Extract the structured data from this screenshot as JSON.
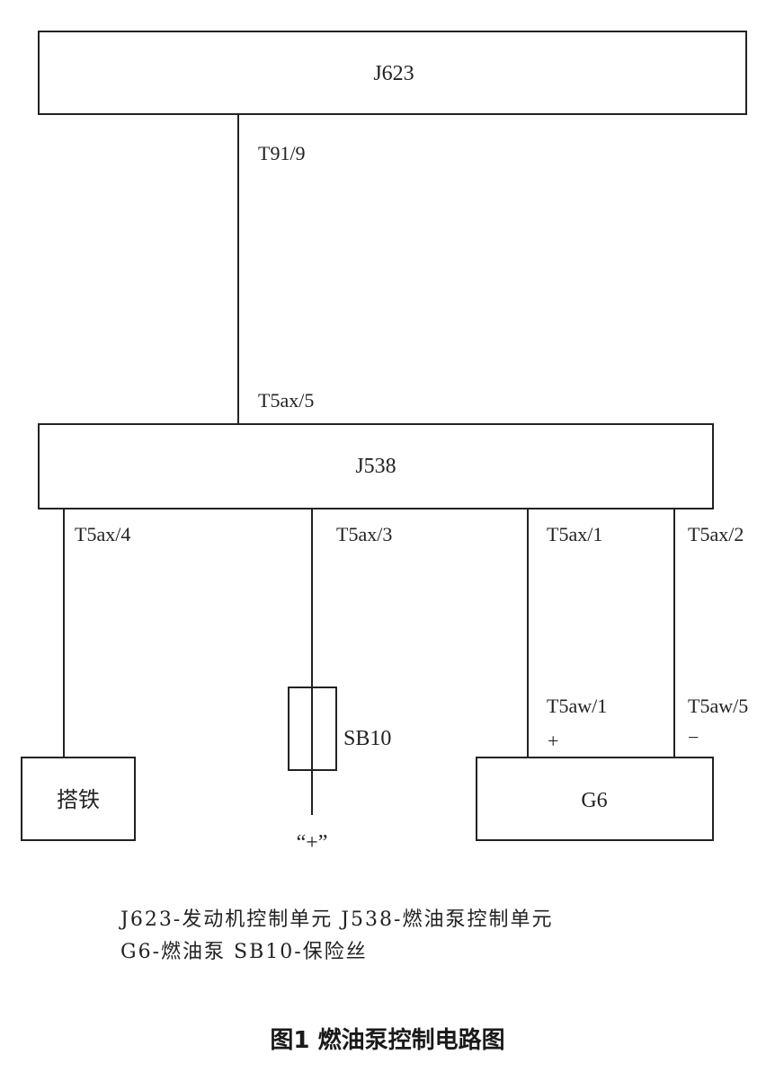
{
  "components": {
    "j623": "J623",
    "j538": "J538",
    "ground": "搭铁",
    "fuse": "SB10",
    "g6": "G6",
    "supply": "“+”"
  },
  "pins": {
    "t91_9": "T91/9",
    "t5ax_5": "T5ax/5",
    "t5ax_4": "T5ax/4",
    "t5ax_3": "T5ax/3",
    "t5ax_1": "T5ax/1",
    "t5ax_2": "T5ax/2",
    "t5aw_1": "T5aw/1",
    "t5aw_5": "T5aw/5",
    "plus": "+",
    "minus": "−"
  },
  "legend": {
    "line1": "J623-发动机控制单元 J538-燃油泵控制单元",
    "line2": "G6-燃油泵 SB10-保险丝"
  },
  "caption": "图1 燃油泵控制电路图"
}
